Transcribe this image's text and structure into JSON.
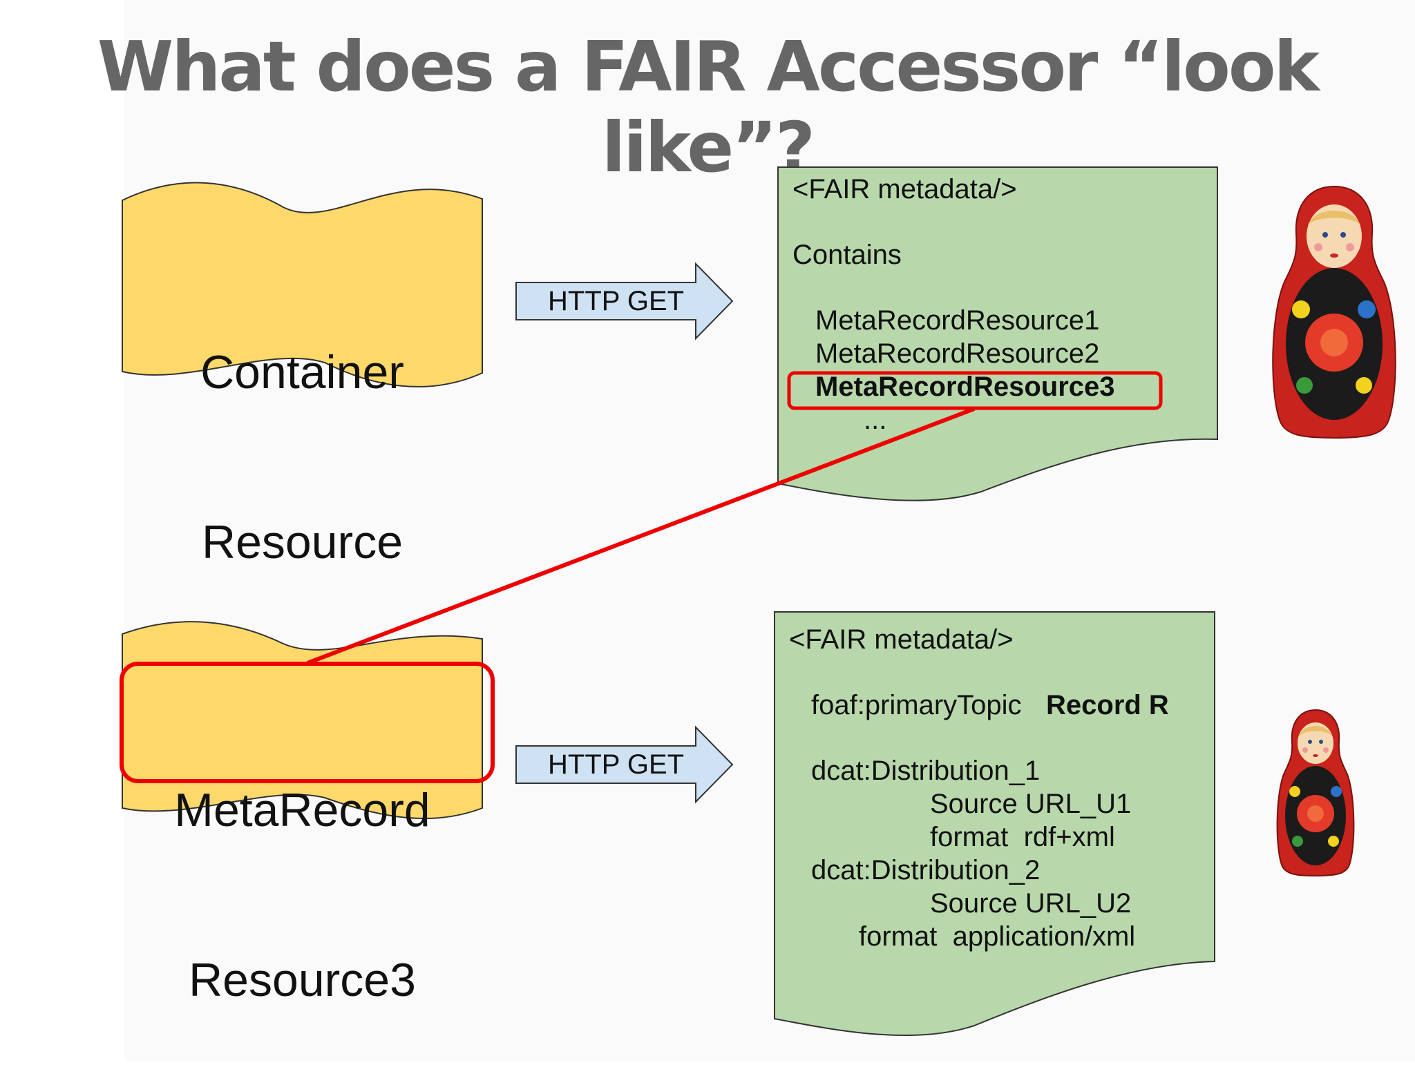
{
  "title": "What does a FAIR Accessor “look like”?",
  "top": {
    "container_label_line1": "Container",
    "container_label_line2": "Resource",
    "arrow_label": "HTTP GET",
    "doc": {
      "header": "<FAIR metadata/>",
      "contains": "Contains",
      "items": [
        "MetaRecordResource1",
        "MetaRecordResource2",
        "MetaRecordResource3",
        "..."
      ]
    }
  },
  "bottom": {
    "container_label_line1": "MetaRecord",
    "container_label_line2": "Resource3",
    "arrow_label": "HTTP GET",
    "doc": {
      "header": "<FAIR metadata/>",
      "primary_topic_key": "foaf:primaryTopic",
      "primary_topic_value": "Record R",
      "dist1": "dcat:Distribution_1",
      "dist1_source": "Source URL_U1",
      "dist1_format": "format  rdf+xml",
      "dist2": "dcat:Distribution_2",
      "dist2_source": "Source URL_U2",
      "dist2_format": "format  application/xml"
    }
  },
  "colors": {
    "wave_fill": "#fdd86b",
    "doc_fill": "#b8d8ab",
    "arrow_fill": "#cfe2f3",
    "highlight": "#ee0000",
    "title": "#666666"
  }
}
